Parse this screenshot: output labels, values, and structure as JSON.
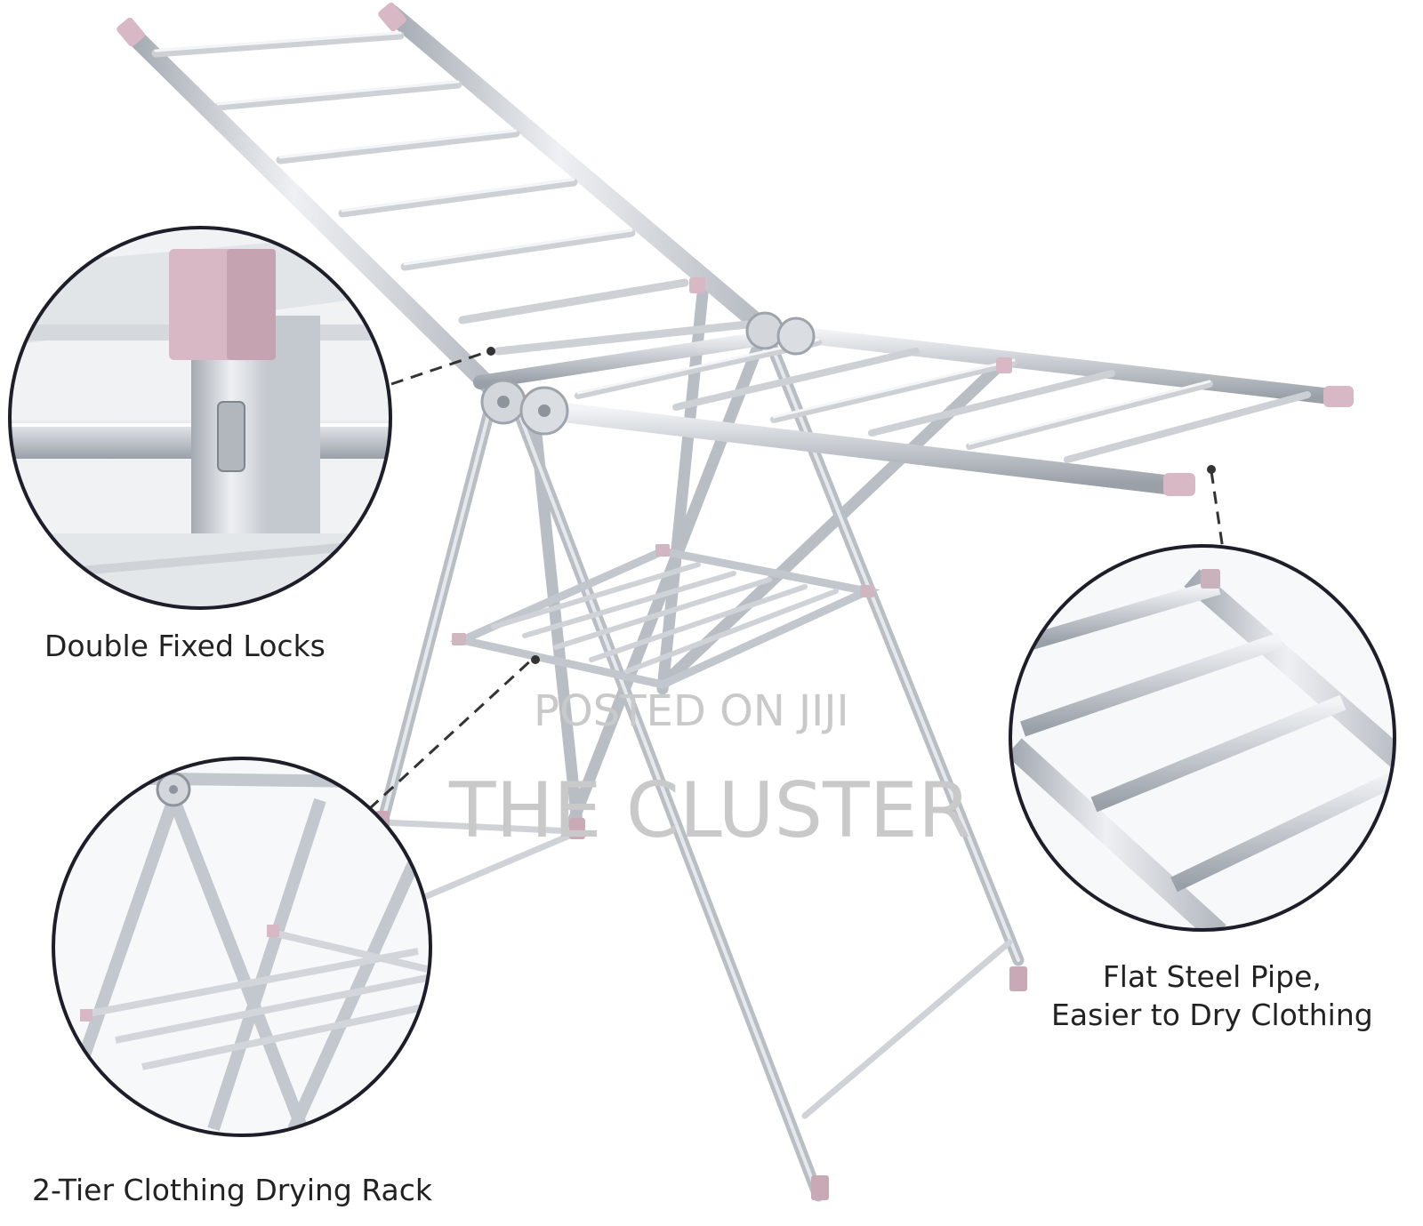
{
  "captions": {
    "locks": "Double Fixed Locks",
    "pipe_line1": "Flat Steel Pipe,",
    "pipe_line2": "Easier to Dry Clothing",
    "rack": "2-Tier Clothing Drying Rack"
  },
  "watermark": {
    "line1": "POSTED ON JIJI",
    "line2": "THE CLUSTER"
  },
  "colors": {
    "steel": "#c8ccd2",
    "steel_dark": "#9ea4ac",
    "cap_pink": "#d8b8c4",
    "circle_border": "#1e1e2a",
    "text": "#222222",
    "watermark": "#c9c9c9"
  }
}
